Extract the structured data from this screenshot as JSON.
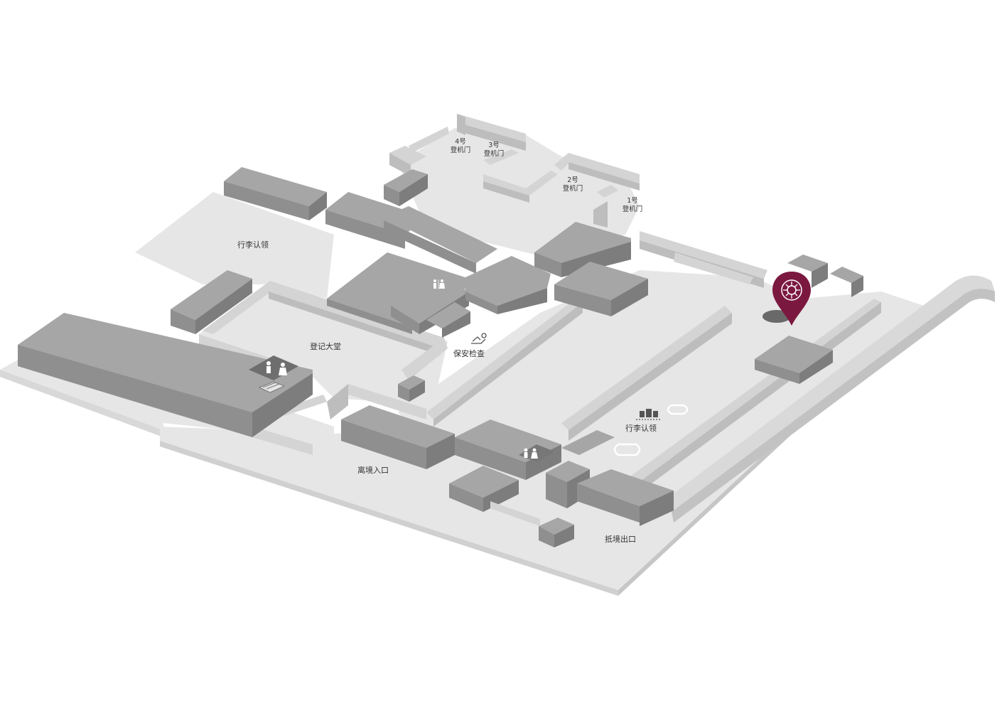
{
  "map": {
    "labels": {
      "gate4_num": "4号",
      "gate4_txt": "登机门",
      "gate3_num": "3号",
      "gate3_txt": "登机门",
      "gate2_num": "2号",
      "gate2_txt": "登机门",
      "gate1_num": "1号",
      "gate1_txt": "登机门",
      "baggage_claim_left": "行李认领",
      "checkin_hall": "登记大堂",
      "security_check": "保安检查",
      "baggage_claim_right": "行李认领",
      "departure_entrance": "离境入口",
      "arrival_exit": "抵境出口"
    },
    "colors": {
      "floor": "#e6e6e6",
      "block_top": "#a6a6a6",
      "block_side": "#8a8a8a",
      "wall": "#d4d4d4",
      "marker": "#7b1840"
    },
    "icons": {
      "restroom": "restroom-icon",
      "security": "security-icon",
      "baggage": "baggage-icon",
      "stairs": "stairs-icon",
      "location": "location-pin-icon"
    }
  }
}
